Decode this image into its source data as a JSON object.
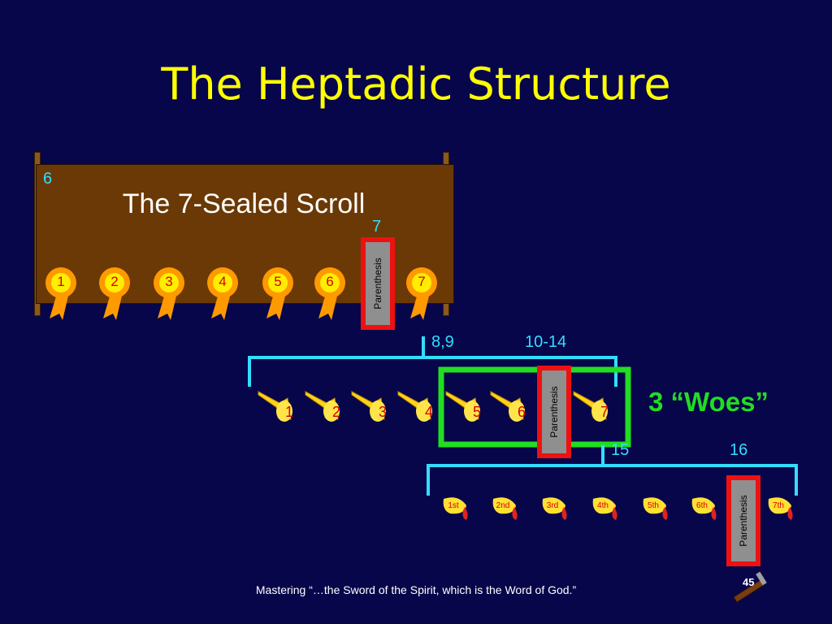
{
  "title": "The Heptadic Structure",
  "scroll": {
    "title": "The 7-Sealed Scroll",
    "chapter_start": "6",
    "chapter_seventh": "7",
    "parenthesis": "Parenthesis",
    "seals": [
      "1",
      "2",
      "3",
      "4",
      "5",
      "6",
      "7"
    ]
  },
  "trumpets": {
    "chapters_a": "8,9",
    "chapters_b": "10-14",
    "parenthesis": "Parenthesis",
    "labels": [
      "1",
      "2",
      "3",
      "4",
      "5",
      "6",
      "7"
    ],
    "woes": "3 “Woes”"
  },
  "bowls": {
    "chapters_a": "15",
    "chapters_b": "16",
    "parenthesis": "Parenthesis",
    "labels": [
      "1st",
      "2nd",
      "3rd",
      "4th",
      "5th",
      "6th",
      "7th"
    ]
  },
  "footer": "Mastering “…the Sword of the Spirit, which is the Word of God.”",
  "page_number": "45",
  "colors": {
    "background": "#07064a",
    "title": "#ffff00",
    "bracket": "#33ddff",
    "woes_box": "#22dd22",
    "parenthesis_border": "#ee1111",
    "seal": "#ff9900"
  },
  "icons": {
    "seal": "ribbon-seal-icon",
    "trumpet": "trumpet-icon",
    "bowl": "bowl-icon",
    "sword": "sword-icon"
  }
}
